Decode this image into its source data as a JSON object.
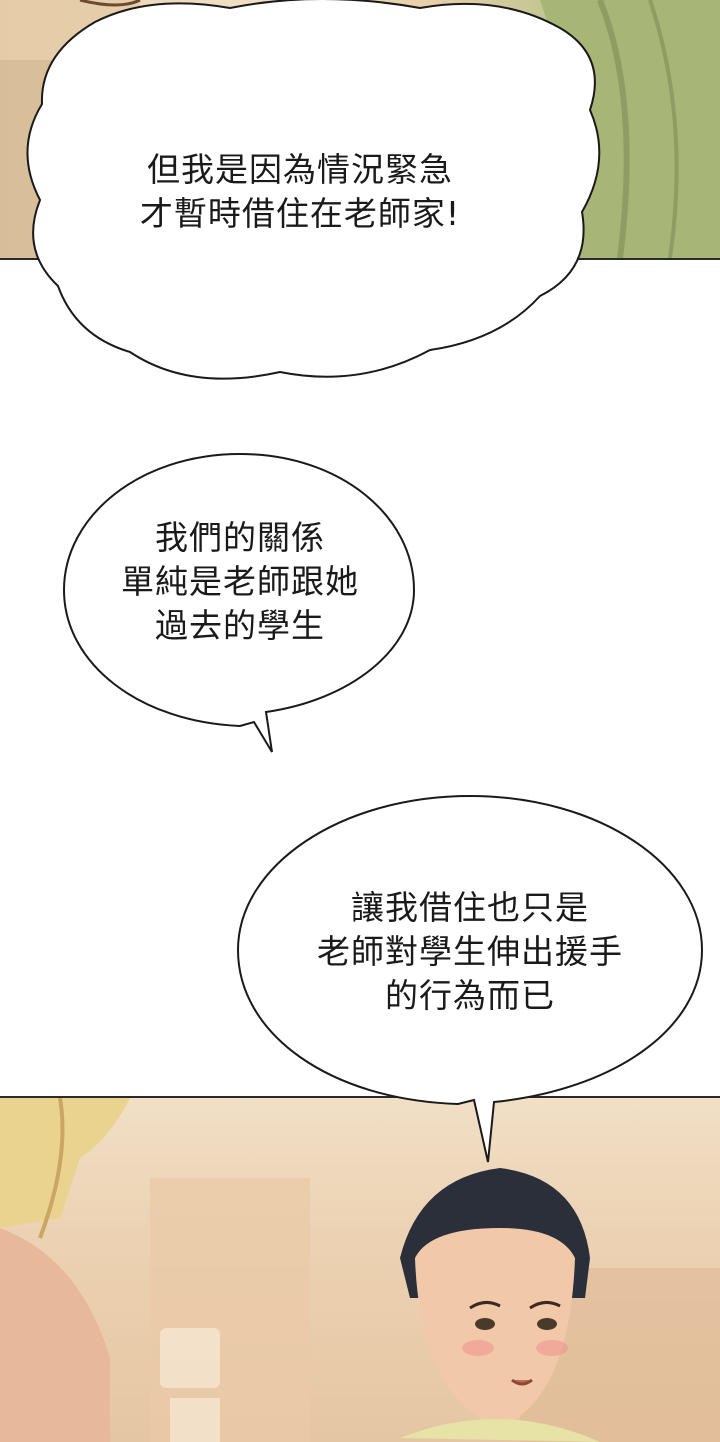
{
  "bubbles": [
    {
      "lines": [
        "但我是因為情況緊急",
        "才暫時借住在老師家!"
      ]
    },
    {
      "lines": [
        "我們的關係",
        "單純是老師跟她",
        "過去的學生"
      ]
    },
    {
      "lines": [
        "讓我借住也只是",
        "老師對學生伸出援手",
        "的行為而已"
      ]
    }
  ]
}
